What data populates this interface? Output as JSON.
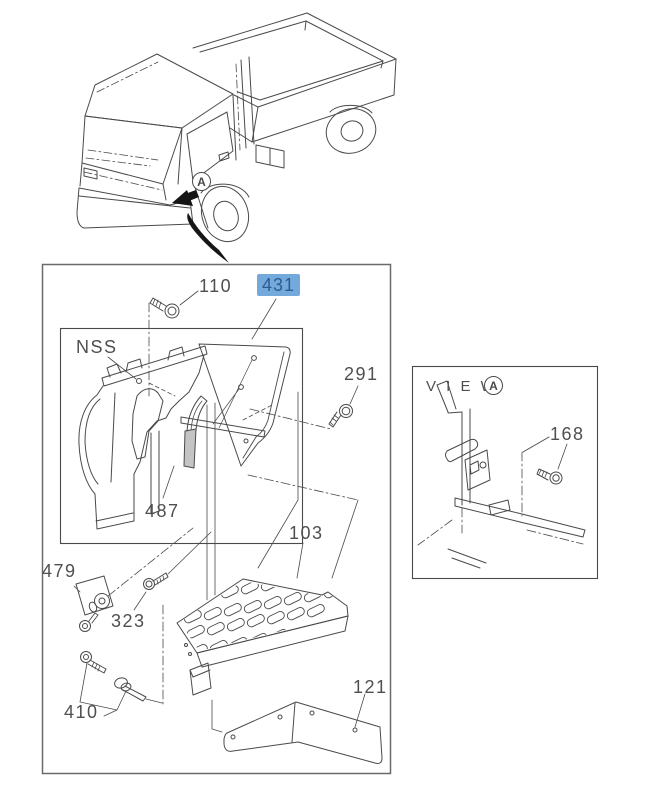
{
  "page": {
    "background": "#ffffff"
  },
  "colors": {
    "line": "#4a4a4a",
    "box_border": "#6a6a6a",
    "label_text": "#4f4f4f",
    "highlight_bg": "#74a9dc",
    "highlight_text": "#2d5c94",
    "arrow_fill": "#161616"
  },
  "overview_truck": {
    "view_marker": "A"
  },
  "main_diagram": {
    "selected_callout": "431",
    "callouts": {
      "c110": "110",
      "c431": "431",
      "nss": "NSS",
      "c291": "291",
      "c487": "487",
      "c103": "103",
      "c479": "479",
      "c323": "323",
      "c410": "410",
      "c121": "121"
    }
  },
  "view_a": {
    "title": "V I E W",
    "marker": "A",
    "callouts": {
      "c168": "168"
    }
  }
}
